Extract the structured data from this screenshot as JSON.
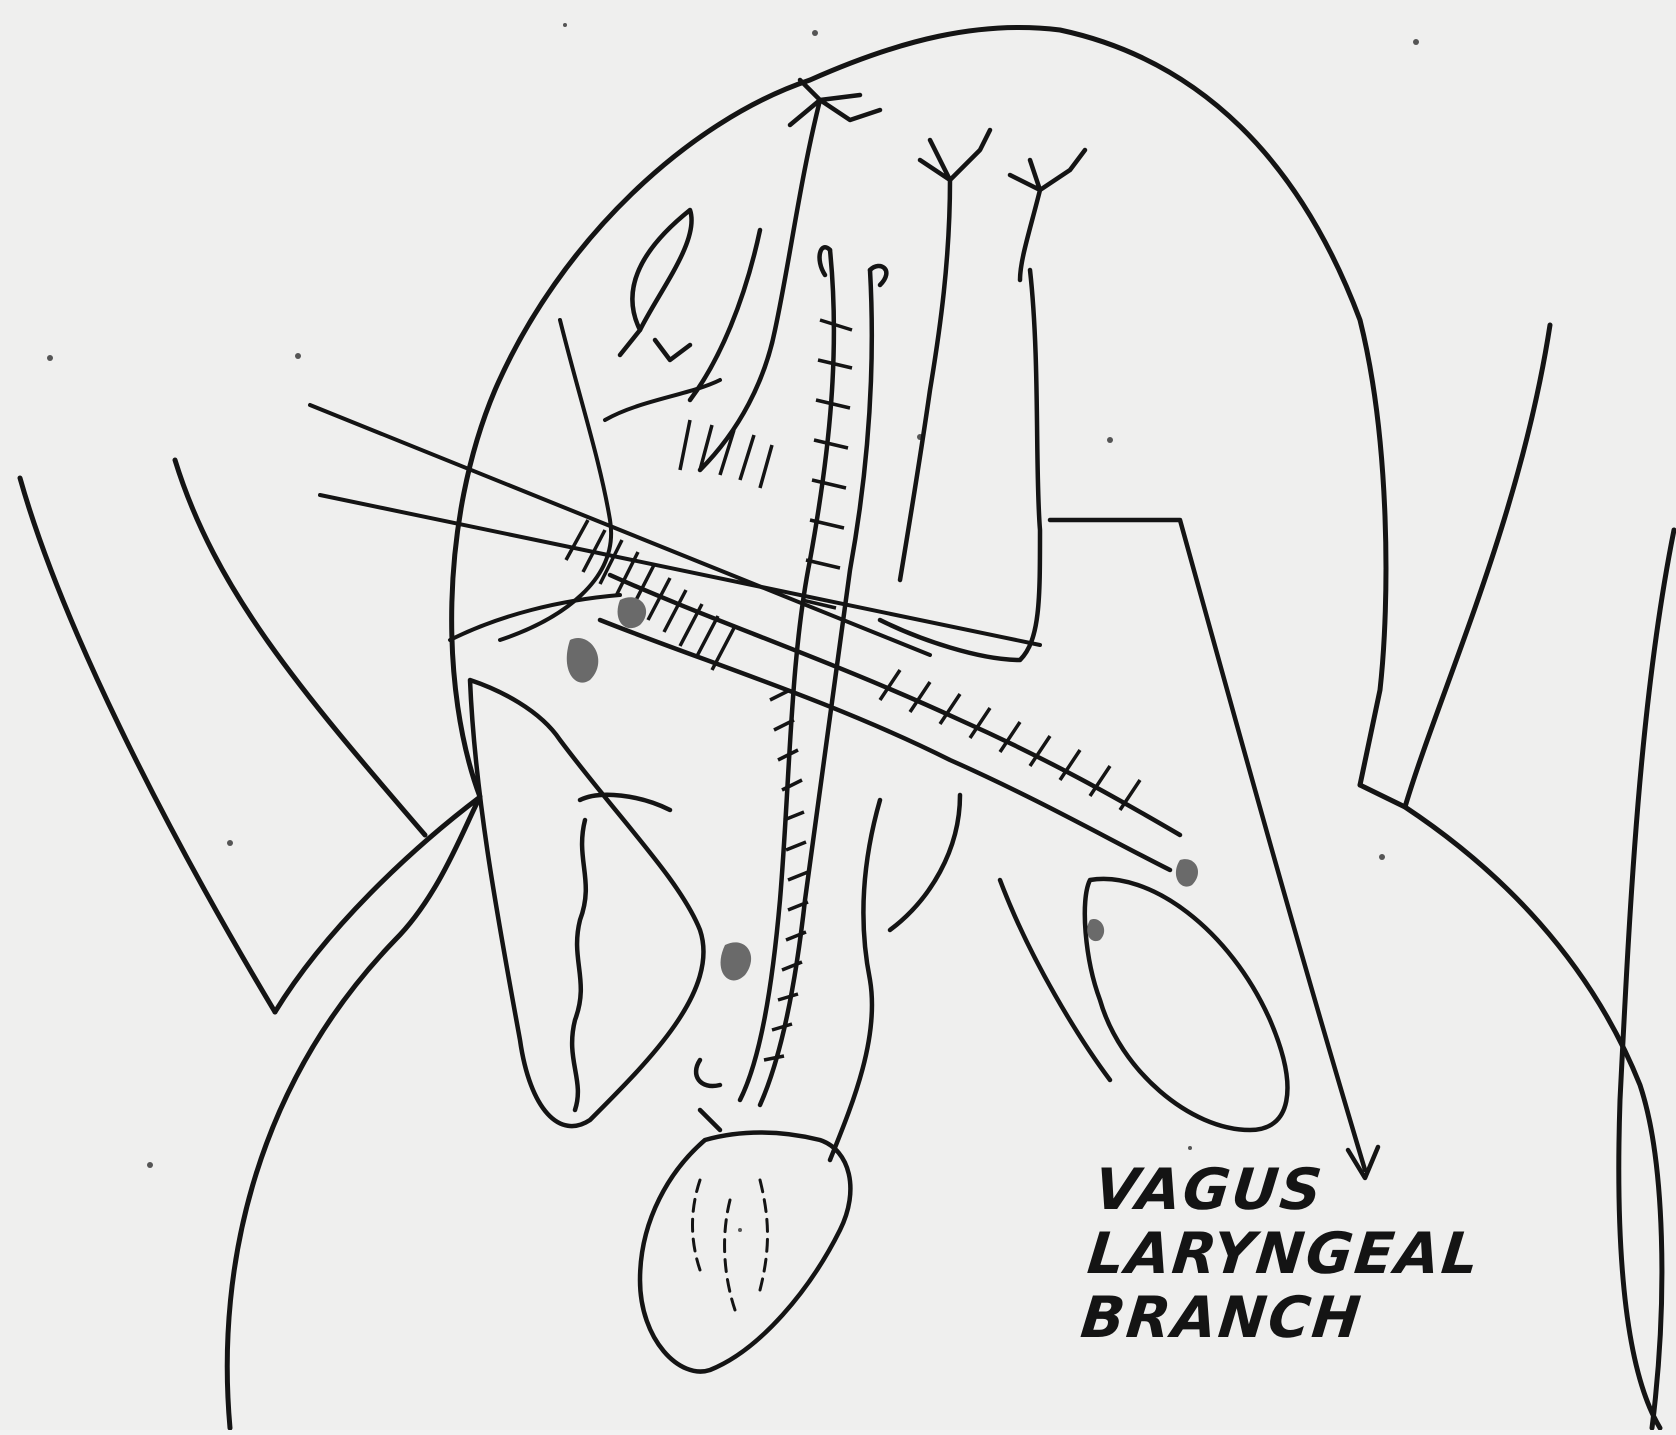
{
  "figure": {
    "labels": [
      "VAGUS",
      "LARYNGEAL",
      "BRANCH"
    ]
  },
  "colors": {
    "ink": "#141414",
    "paper": "#efefee",
    "shade": "#6a6a6a"
  }
}
